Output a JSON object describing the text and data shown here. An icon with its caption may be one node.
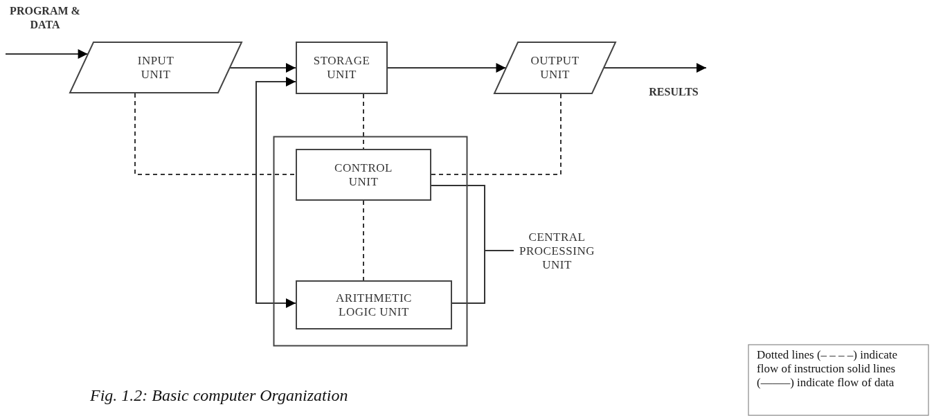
{
  "diagram": {
    "caption": "Fig. 1.2: Basic computer Organization",
    "nodes": [
      {
        "text": [
          "INPUT UNIT"
        ]
      },
      {
        "text": [
          "STORAGE UNIT"
        ]
      },
      {
        "text": [
          "OUTPUT UNIT"
        ]
      },
      {
        "text": [],
        "shape": "box"
      },
      {
        "text": [
          "CONTROL UNIT"
        ],
        "in": 3
      },
      {
        "text": [
          "ARITHMETIC LOGIC UNIT"
        ],
        "in": 3
      },
      {
        "text": [
          "CENTRAL PROCESSING UNIT"
        ]
      },
      {
        "text": [
          "Dotted lines (– – – –) indicate flow of instruction solid lines (——–) indicate flow of data"
        ]
      }
    ],
    "edges": [
      {
        "from": null,
        "to": 0,
        "arrow": "to"
      },
      {
        "from": 0,
        "to": 1,
        "arrow": "to"
      },
      {
        "from": 1,
        "to": 2,
        "arrow": "to"
      },
      {
        "from": 2,
        "to": null,
        "arrow": "to"
      },
      {
        "from": 1,
        "to": 5,
        "arrow": "both"
      },
      {
        "from": 1,
        "to": 4,
        "arrow": "none",
        "style": "dashed"
      },
      {
        "from": 0,
        "to": 4,
        "arrow": "none",
        "style": "dashed"
      },
      {
        "from": 2,
        "to": 4,
        "arrow": "none",
        "style": "dashed"
      },
      {
        "from": 4,
        "to": 5,
        "arrow": "none",
        "style": "dashed"
      },
      {
        "from": 4,
        "to": 5,
        "arrow": "none"
      },
      {
        "from": 6,
        "to": null,
        "arrow": "none"
      }
    ],
    "labels": [
      "PROGRAM & DATA",
      "RESULTS"
    ]
  }
}
